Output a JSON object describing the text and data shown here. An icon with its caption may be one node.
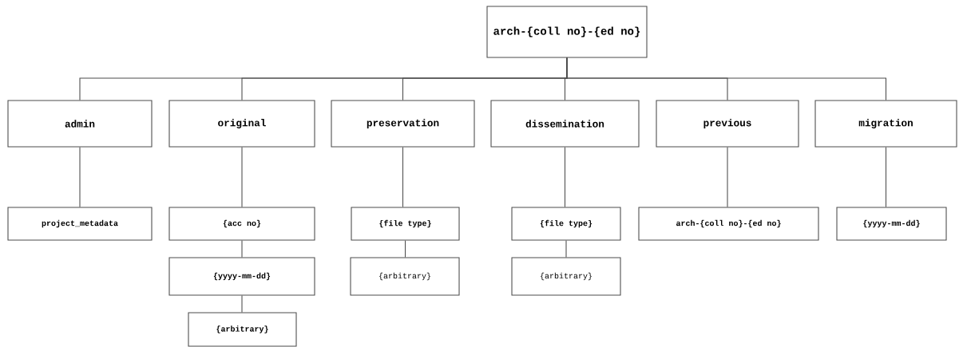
{
  "diagram": {
    "nodes": [
      {
        "text": [
          "arch-{coll no}-{ed no}"
        ]
      },
      {
        "text": [
          "admin"
        ]
      },
      {
        "text": [
          "original"
        ]
      },
      {
        "text": [
          "preservation"
        ]
      },
      {
        "text": [
          "dissemination"
        ]
      },
      {
        "text": [
          "previous"
        ]
      },
      {
        "text": [
          "migration"
        ]
      },
      {
        "text": [
          "project_metadata"
        ]
      },
      {
        "text": [
          "{acc no}"
        ]
      },
      {
        "text": [
          "{file type}"
        ]
      },
      {
        "text": [
          "{file type}"
        ]
      },
      {
        "text": [
          "arch-{coll no}-{ed no}"
        ]
      },
      {
        "text": [
          "{yyyy-mm-dd}"
        ]
      },
      {
        "text": [
          "{yyyy-mm-dd}"
        ]
      },
      {
        "text": [
          "{arbitrary}"
        ]
      },
      {
        "text": [
          "{arbitrary}"
        ]
      },
      {
        "text": [
          "{arbitrary}"
        ]
      }
    ],
    "edges": [
      {
        "from": 0,
        "to": 1,
        "arrow": "none"
      },
      {
        "from": 0,
        "to": 2,
        "arrow": "none"
      },
      {
        "from": 0,
        "to": 3,
        "arrow": "none"
      },
      {
        "from": 0,
        "to": 4,
        "arrow": "none"
      },
      {
        "from": 0,
        "to": 5,
        "arrow": "none"
      },
      {
        "from": 0,
        "to": 6,
        "arrow": "none"
      },
      {
        "from": 1,
        "to": 7,
        "arrow": "none"
      },
      {
        "from": 2,
        "to": 8,
        "arrow": "none"
      },
      {
        "from": 3,
        "to": 9,
        "arrow": "none"
      },
      {
        "from": 4,
        "to": 10,
        "arrow": "none"
      },
      {
        "from": 5,
        "to": 11,
        "arrow": "none"
      },
      {
        "from": 6,
        "to": 12,
        "arrow": "none"
      },
      {
        "from": 8,
        "to": 13,
        "arrow": "none"
      },
      {
        "from": 9,
        "to": 14,
        "arrow": "none"
      },
      {
        "from": 10,
        "to": 15,
        "arrow": "none"
      },
      {
        "from": 13,
        "to": 16,
        "arrow": "none"
      }
    ]
  }
}
